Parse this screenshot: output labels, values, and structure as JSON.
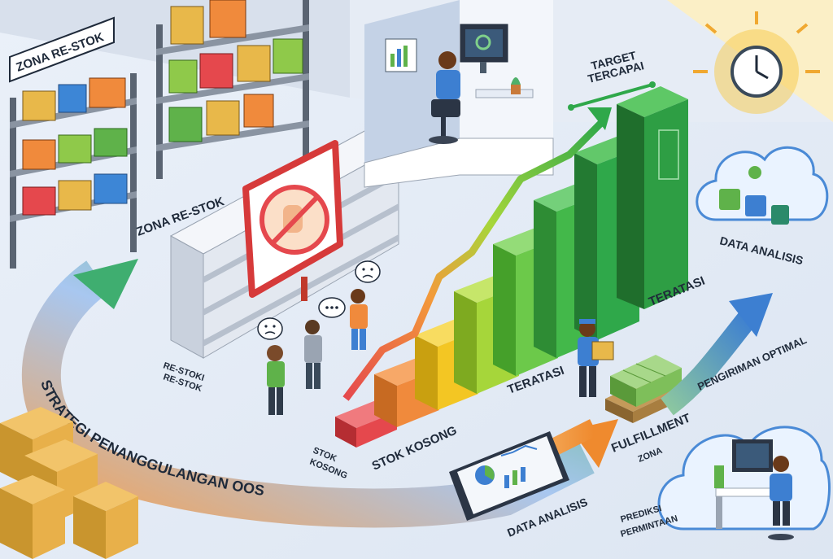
{
  "labels": {
    "zona_restok_sign": "ZONA RE-STOK",
    "zona_restok_floor": "ZONA RE-STOK",
    "restok_line1": "RE-STOKI",
    "restok_line2": "RE-STOK",
    "stok_kosong_small_line1": "STOK",
    "stok_kosong_small_line2": "KOSONG",
    "stok_kosong_bar": "STOK KOSONG",
    "teratasi_mid": "TERATASI",
    "teratasi_top": "TERATASI",
    "target_line1": "TARGET",
    "target_line2": "TERCAPAI",
    "data_analisis_cloud": "DATA ANALISIS",
    "data_analisis_tablet": "DATA ANALISIS",
    "pengiriman": "PENGIRIMAN OPTIMAL",
    "fulfillment_line1": "FULFILLMENT",
    "fulfillment_line2": "ZONA",
    "prediksi_line1": "PREDIKSI",
    "prediksi_line2": "PERMINTAAN",
    "strategi_arrow": "STRATEGI PENANGGULANGAN OOS"
  },
  "colors": {
    "bar_1": "#e5484d",
    "bar_2": "#f08a3c",
    "bar_3": "#f3c623",
    "bar_4": "#a6d63a",
    "bar_5": "#6cc94a",
    "bar_6": "#43b84a",
    "bar_7": "#2fa84a",
    "floor": "#e9eef7",
    "wall": "#dfe6f1",
    "accent_blue": "#3d7fd1"
  },
  "icons": [
    "clock-icon",
    "no-hand-icon",
    "cloud-data-icon",
    "confused-face-icon",
    "chat-bubble-icon",
    "tablet-icon",
    "pallet-boxes-icon"
  ]
}
